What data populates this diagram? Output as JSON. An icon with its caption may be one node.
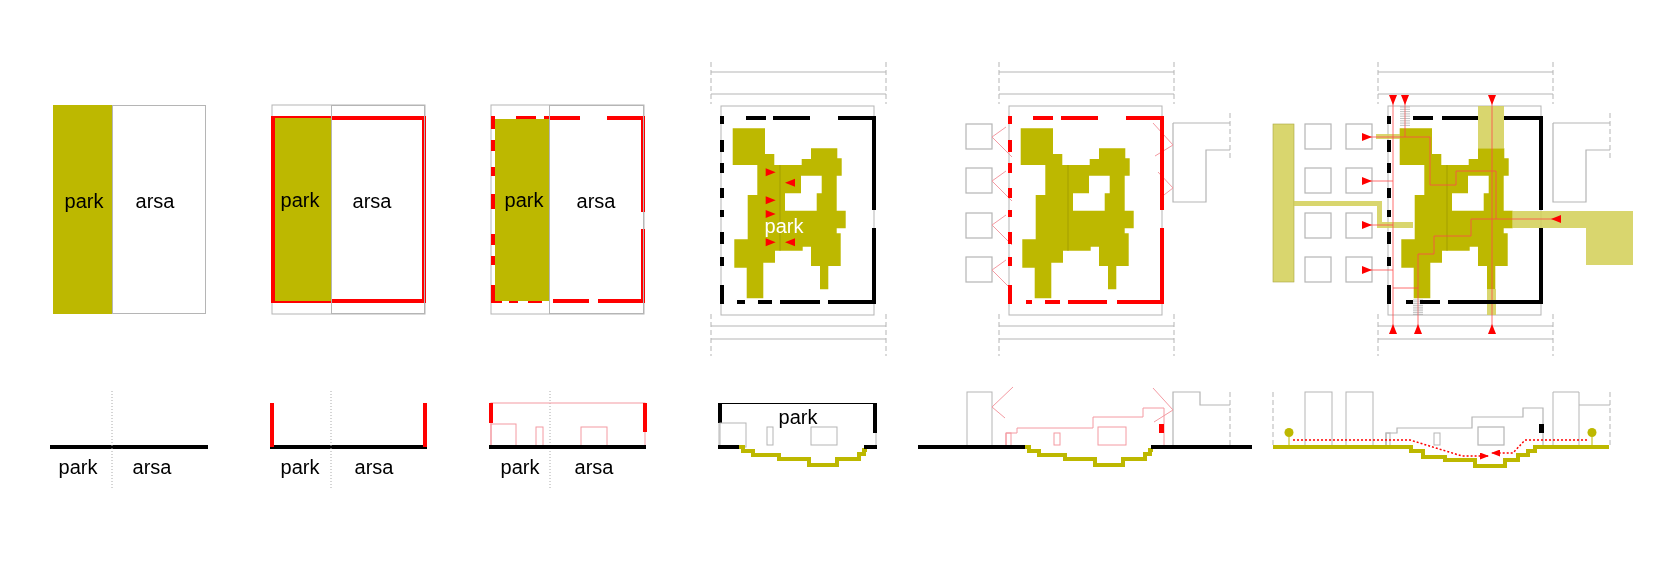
{
  "diagram": {
    "nodes": [
      {
        "text": [
          "park"
        ]
      },
      {
        "text": [
          "arsa"
        ]
      },
      {
        "text": [
          "park"
        ]
      },
      {
        "text": [
          "arsa"
        ]
      },
      {
        "text": [
          "park"
        ]
      },
      {
        "text": [
          "arsa"
        ]
      },
      {
        "text": [
          "park"
        ]
      },
      {
        "text": [
          "park"
        ]
      }
    ],
    "labels": [
      "park",
      "arsa",
      "park",
      "arsa",
      "park",
      "arsa"
    ]
  }
}
